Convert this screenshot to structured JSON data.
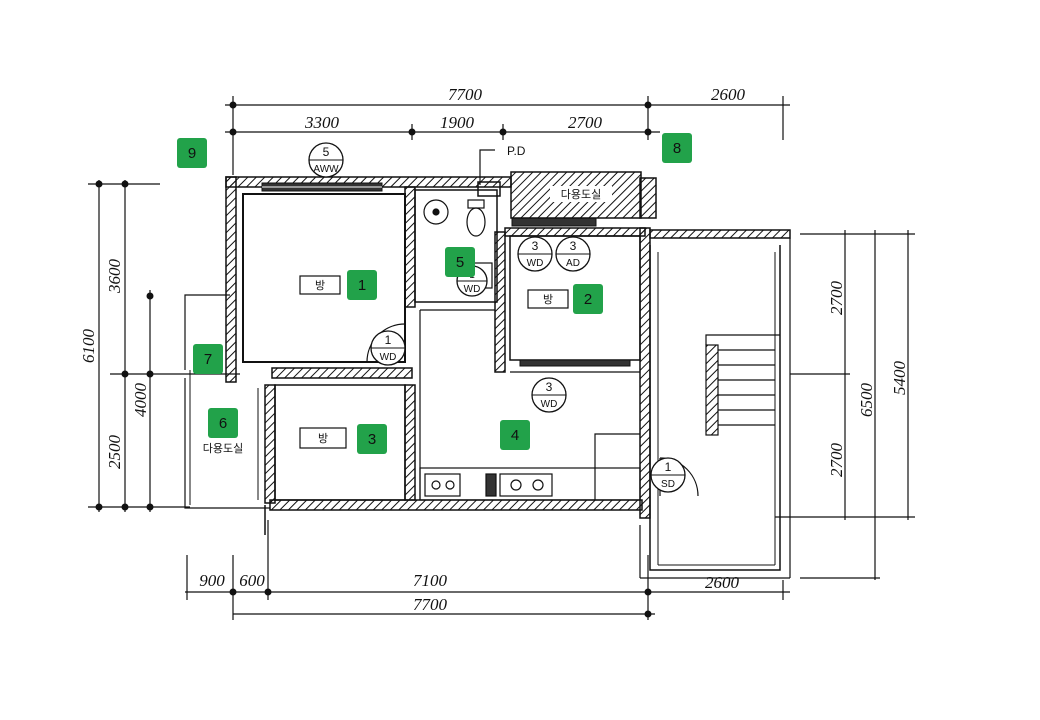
{
  "dimensions": {
    "top_total": "7700",
    "top_right": "2600",
    "top_seg1": "3300",
    "top_seg2": "1900",
    "top_seg3": "2700",
    "left_top": "3600",
    "left_total": "6100",
    "left_bottom": "4000",
    "left_bottom2": "2500",
    "right_top": "2700",
    "right_bottom": "2700",
    "right_total": "6500",
    "right_outer": "5400",
    "bottom_a": "900",
    "bottom_b": "600",
    "bottom_c": "7100",
    "bottom_total": "7700",
    "bottom_right": "2600"
  },
  "labels": {
    "pd": "P.D",
    "utility_room": "다용도실",
    "top_room": "다용도실",
    "room1_name": "방",
    "room2_name": "방",
    "room3_name": "방"
  },
  "door_tags": [
    {
      "num": "5",
      "type": "AWW"
    },
    {
      "num": "3",
      "type": "WD"
    },
    {
      "num": "3",
      "type": "AD"
    },
    {
      "num": "1",
      "type": "WD"
    },
    {
      "num": "1",
      "type": "WD"
    },
    {
      "num": "3",
      "type": "WD"
    },
    {
      "num": "1",
      "type": "SD"
    }
  ],
  "markers": [
    "1",
    "2",
    "3",
    "4",
    "5",
    "6",
    "7",
    "8",
    "9"
  ]
}
